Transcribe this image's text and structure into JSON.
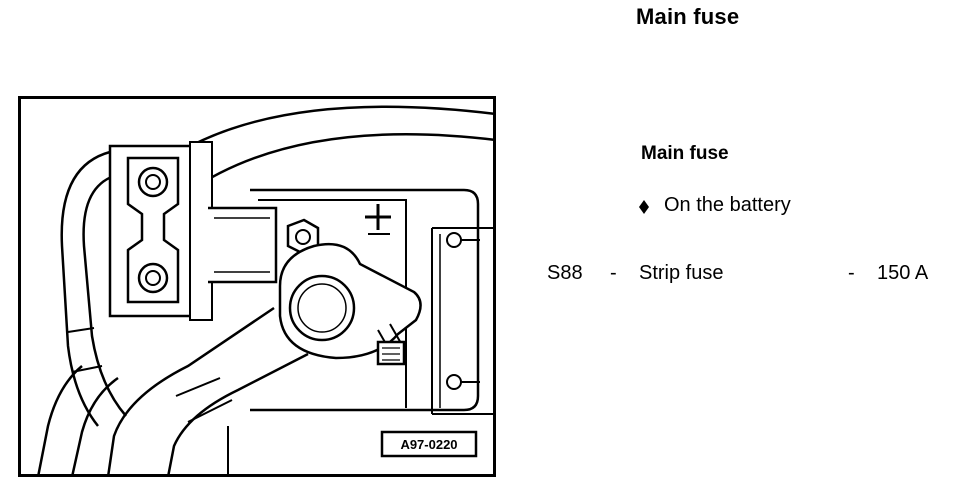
{
  "page": {
    "title": "Main fuse"
  },
  "figure": {
    "reference_label": "A97-0220",
    "plus_marking": "+"
  },
  "section": {
    "heading": "Main fuse",
    "bullet_text": "On the battery"
  },
  "spec": {
    "code": "S88",
    "separator_1": "-",
    "description": "Strip fuse",
    "separator_2": "-",
    "value": "150 A"
  },
  "icons": {
    "bullet": "diamond-icon"
  },
  "colors": {
    "ink": "#000000",
    "paper": "#ffffff"
  }
}
